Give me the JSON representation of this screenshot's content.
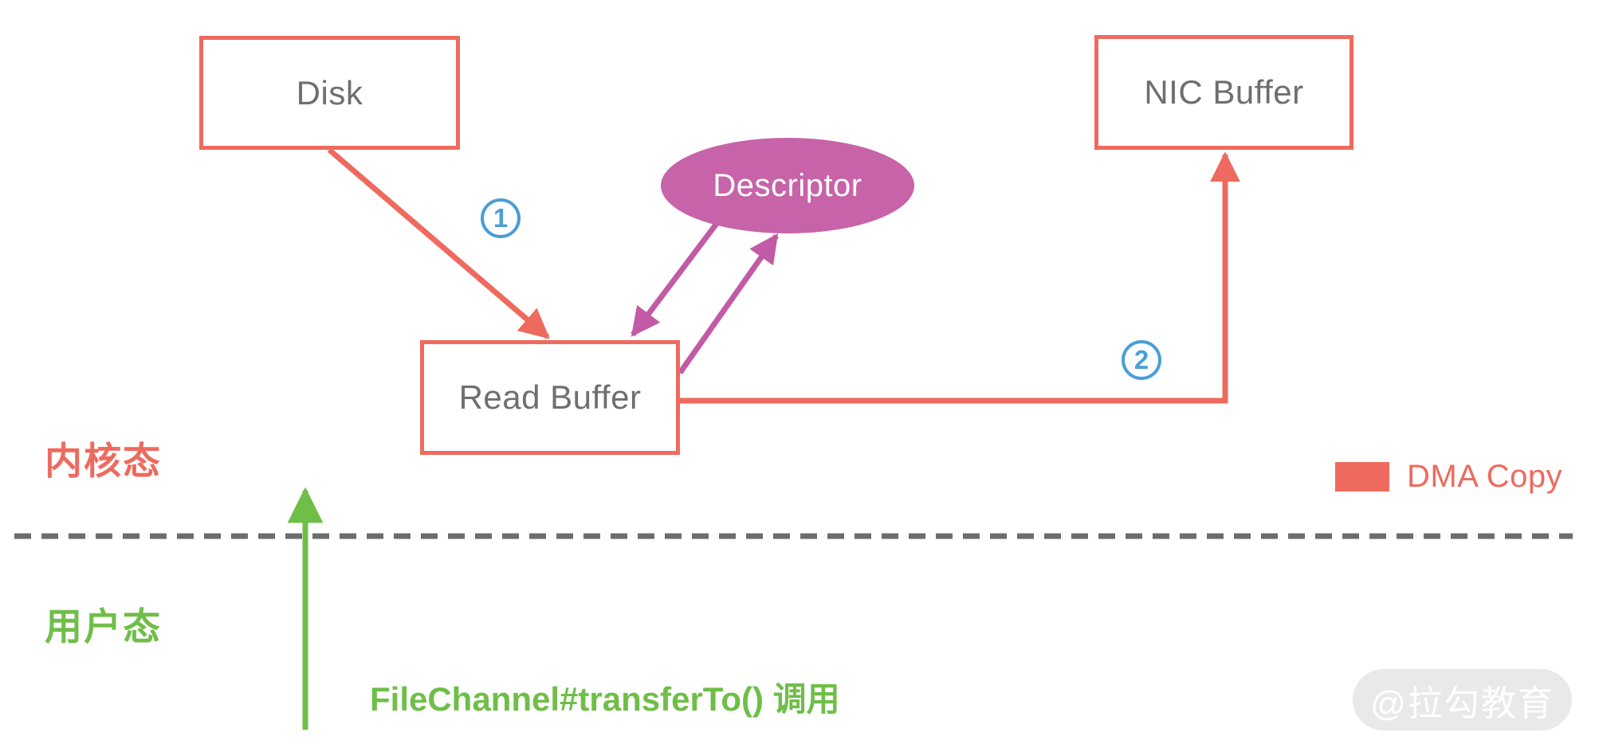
{
  "colors": {
    "dma": "#ee6a5e",
    "purple": "#c25aa5",
    "purple_fill": "#c763a8",
    "green": "#6fbe48",
    "blue": "#4a9ed6",
    "node_text": "#6e6e73",
    "divider": "#6b6b70",
    "watermark_bg": "#e9e9e9",
    "watermark_text": "#ffffff",
    "bg": "#ffffff"
  },
  "diagram": {
    "nodes": {
      "disk": {
        "label": "Disk"
      },
      "nic": {
        "label": "NIC Buffer"
      },
      "read": {
        "label": "Read Buffer"
      },
      "descriptor": {
        "label": "Descriptor"
      }
    },
    "steps": [
      {
        "number": "1"
      },
      {
        "number": "2"
      }
    ],
    "regions": {
      "kernel": "内核态",
      "user": "用户态"
    },
    "call_label": "FileChannel#transferTo() 调用",
    "legend": {
      "dma_label": "DMA Copy"
    },
    "watermark": "@拉勾教育"
  }
}
